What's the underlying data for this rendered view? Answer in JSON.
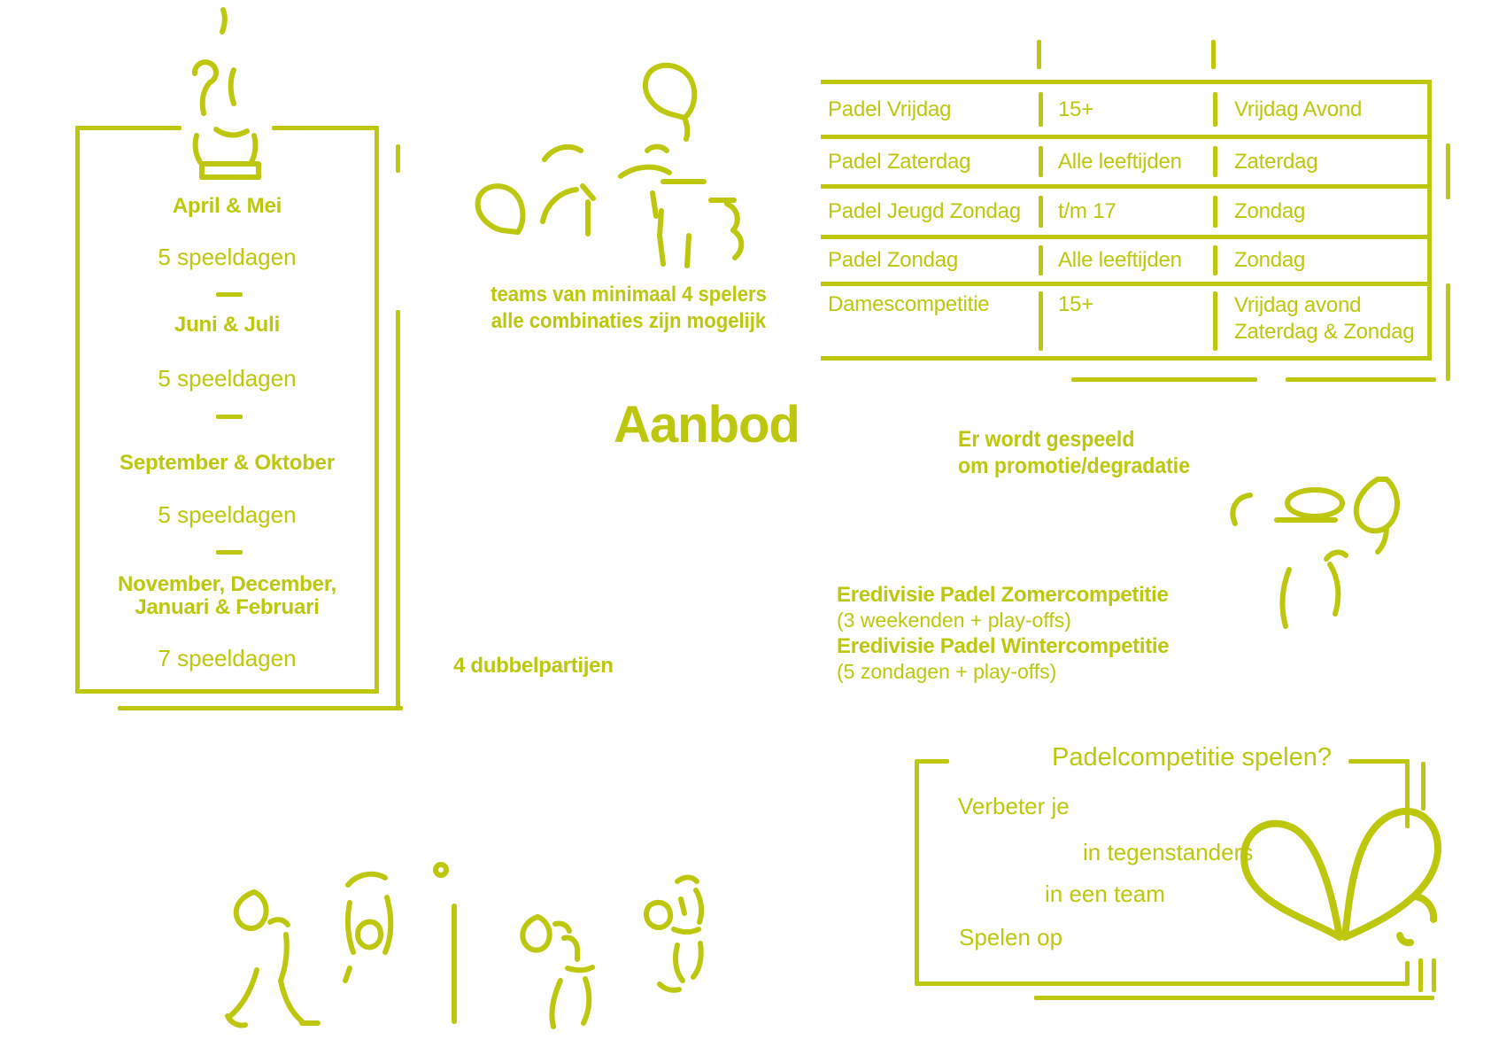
{
  "theme": {
    "accent_color": "#bdc70d",
    "background_color": "#ffffff"
  },
  "icons": {
    "trophy": "trophy-doodle",
    "players_group": "players-group-doodle",
    "padel_player": "padel-player-doodle",
    "crossed_rackets": "crossed-rackets-doodle",
    "match_scene": "padel-match-scene-doodle"
  },
  "season_box": {
    "periods": [
      {
        "months": "April & Mei",
        "days": "5 speeldagen"
      },
      {
        "months": "Juni & Juli",
        "days": "5 speeldagen"
      },
      {
        "months": "September & Oktober",
        "days": "5 speeldagen"
      },
      {
        "months_line1": "November, December,",
        "months_line2": "Januari & Februari",
        "days": "7 speeldagen"
      }
    ]
  },
  "team_note": {
    "line1": "teams van minimaal 4 spelers",
    "line2": "alle combinaties zijn mogelijk"
  },
  "schedule_table": {
    "rows": [
      {
        "competition": "Padel Vrijdag",
        "age": "15+",
        "days": "Vrijdag Avond"
      },
      {
        "competition": "Padel Zaterdag",
        "age": "Alle leeftijden",
        "days": "Zaterdag"
      },
      {
        "competition": "Padel Jeugd Zondag",
        "age": "t/m 17",
        "days": "Zondag"
      },
      {
        "competition": "Padel Zondag",
        "age": "Alle leeftijden",
        "days": "Zondag"
      },
      {
        "competition": "Damescompetitie",
        "age": "15+",
        "days_line1": "Vrijdag avond",
        "days_line2": "Zaterdag & Zondag"
      }
    ]
  },
  "main_title": "Aanbod",
  "promotion_note": {
    "line1": "Er wordt gespeeld",
    "line2": "om promotie/degradatie"
  },
  "eredivisie_note": {
    "line1": "Eredivisie Padel Zomercompetitie",
    "line2": "(3 weekenden + play-offs)",
    "line3": "Eredivisie Padel Wintercompetitie",
    "line4": "(5 zondagen + play-offs)"
  },
  "matches_note": "4 dubbelpartijen",
  "cta_box": {
    "title": "Padelcompetitie spelen?",
    "line1": "Verbeter je",
    "line2": "in tegenstanders",
    "line3": "in een team",
    "line4": "Spelen op"
  }
}
